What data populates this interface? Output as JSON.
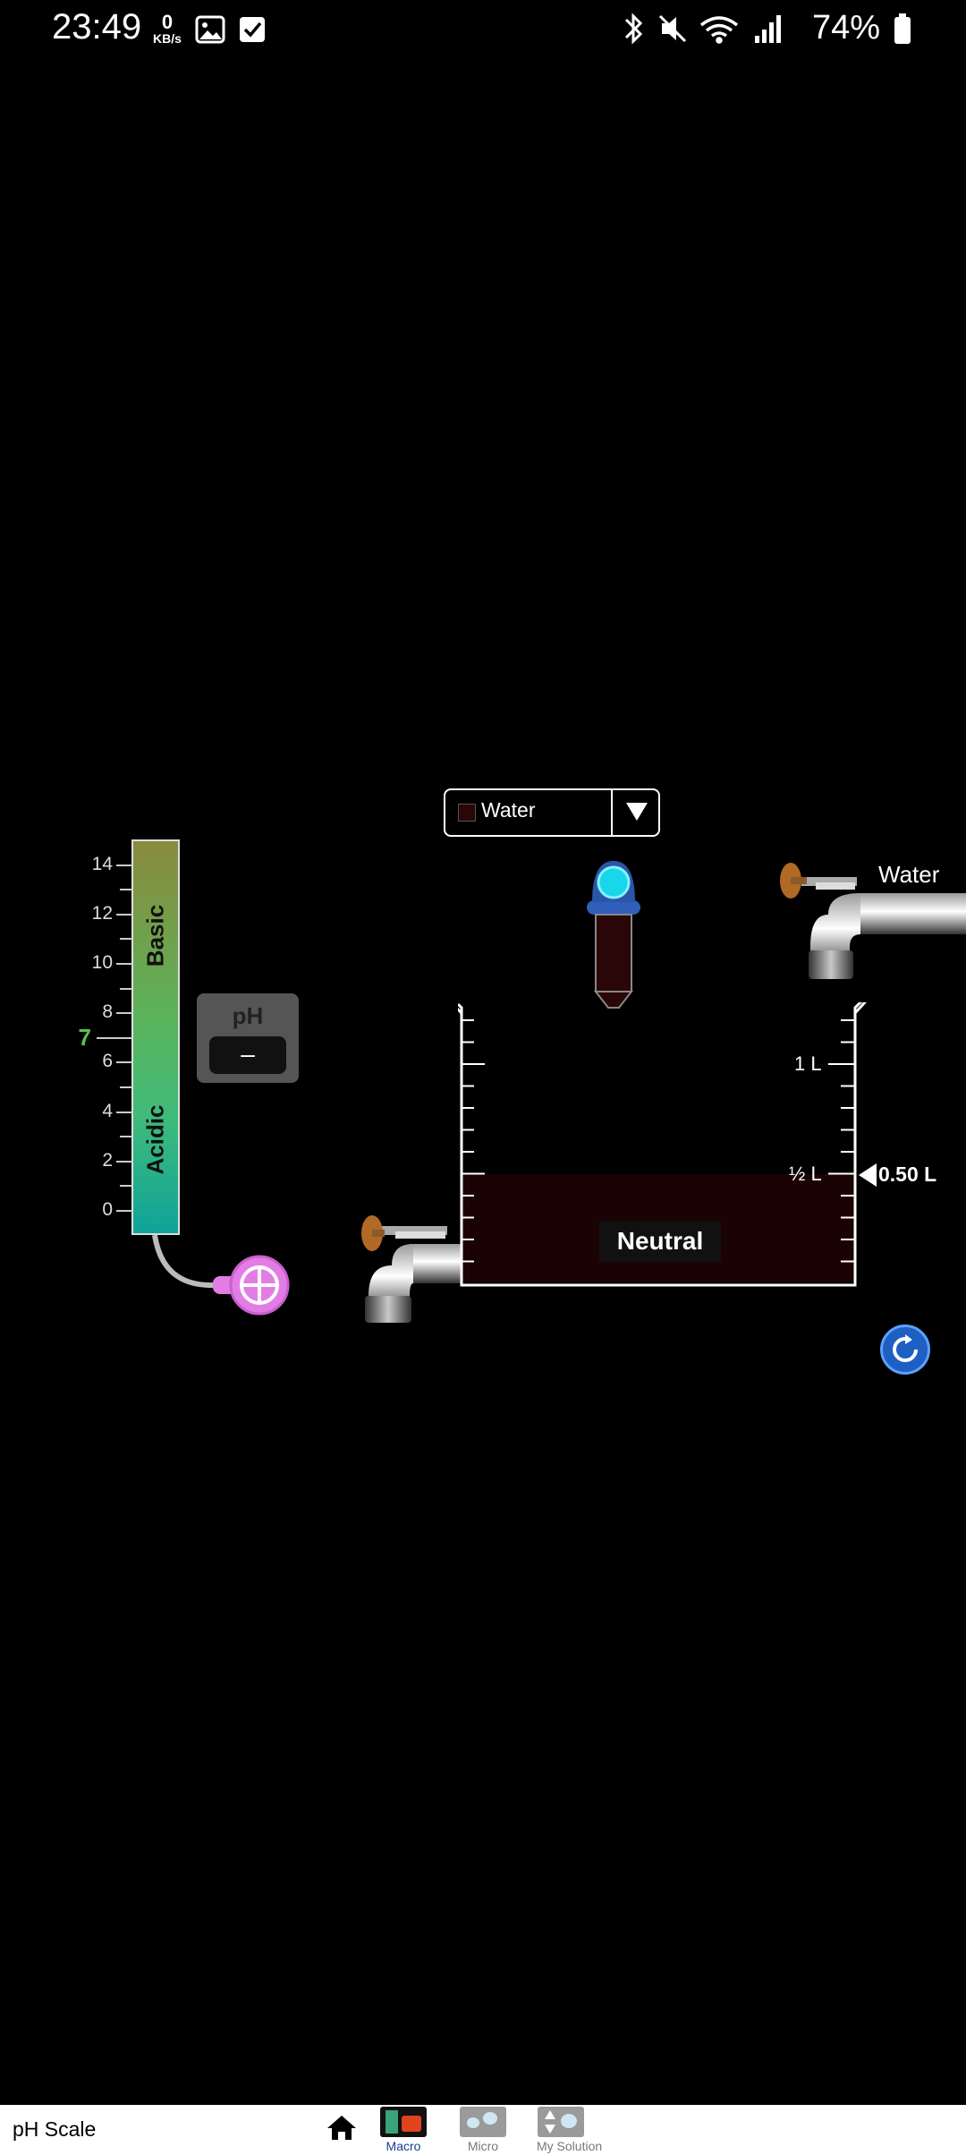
{
  "status_bar": {
    "time": "23:49",
    "kbs_value": "0",
    "kbs_unit": "KB/s",
    "battery": "74%"
  },
  "ph_scale": {
    "ticks": [
      "14",
      "12",
      "10",
      "8",
      "7",
      "6",
      "4",
      "2",
      "0"
    ],
    "basic_label": "Basic",
    "acidic_label": "Acidic",
    "current_marker": "7",
    "marker_color": "#5cbf4f"
  },
  "ph_meter": {
    "title": "pH",
    "value": "–"
  },
  "solute_dropdown": {
    "selected": "Water",
    "swatch_color": "#2a0606"
  },
  "water_faucet": {
    "label": "Water"
  },
  "beaker": {
    "mark_1l": "1 L",
    "mark_half": "½ L",
    "volume_readout": "0.50 L",
    "volume_fraction": 0.5,
    "solution_state": "Neutral",
    "liquid_color": "#1c0303"
  },
  "bottom_nav": {
    "app_title": "pH Scale",
    "home_icon": "home-icon",
    "tabs": [
      {
        "label": "Macro",
        "active": true
      },
      {
        "label": "Micro",
        "active": false
      },
      {
        "label": "My Solution",
        "active": false
      }
    ]
  }
}
